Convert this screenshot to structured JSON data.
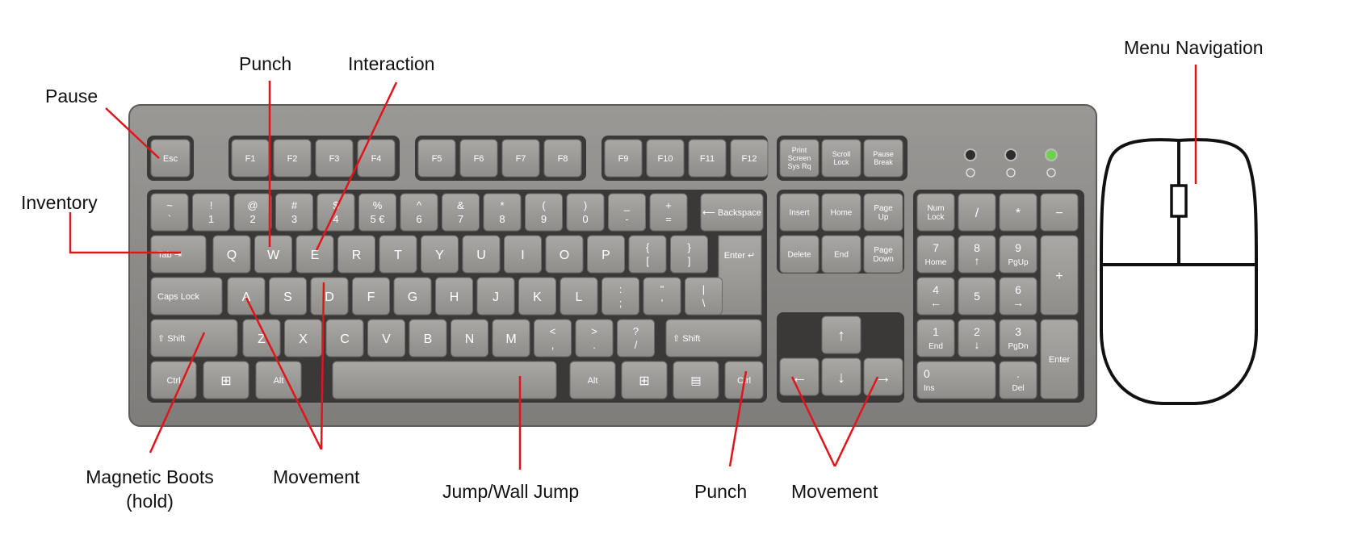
{
  "labels": {
    "pause": "Pause",
    "punch_top": "Punch",
    "interaction": "Interaction",
    "inventory": "Inventory",
    "menu_navigation": "Menu Navigation",
    "magnetic_boots_1": "Magnetic Boots",
    "magnetic_boots_2": "(hold)",
    "movement_left": "Movement",
    "jump": "Jump/Wall Jump",
    "punch_bottom": "Punch",
    "movement_right": "Movement"
  },
  "keys": {
    "fn_row": [
      "Esc",
      "F1",
      "F2",
      "F3",
      "F4",
      "F5",
      "F6",
      "F7",
      "F8",
      "F9",
      "F10",
      "F11",
      "F12"
    ],
    "sys": [
      [
        "Print",
        "Screen",
        "Sys Rq"
      ],
      [
        "Scroll",
        "Lock"
      ],
      [
        "Pause",
        "Break"
      ]
    ],
    "row1": [
      [
        "~",
        "`"
      ],
      [
        "!",
        "1"
      ],
      [
        "@",
        "2"
      ],
      [
        "#",
        "3"
      ],
      [
        "$",
        "4"
      ],
      [
        "%",
        "5 €"
      ],
      [
        "^",
        "6"
      ],
      [
        "&",
        "7"
      ],
      [
        "*",
        "8"
      ],
      [
        "(",
        "9"
      ],
      [
        ")",
        "0"
      ],
      [
        "_",
        "-"
      ],
      [
        "+",
        "="
      ]
    ],
    "backspace": "Backspace",
    "row2": [
      "Q",
      "W",
      "E",
      "R",
      "T",
      "Y",
      "U",
      "I",
      "O",
      "P"
    ],
    "row2_sym": [
      [
        "{",
        "["
      ],
      [
        "}",
        "]"
      ]
    ],
    "tab": "Tab",
    "enter": "Enter",
    "caps": "Caps Lock",
    "row3": [
      "A",
      "S",
      "D",
      "F",
      "G",
      "H",
      "J",
      "K",
      "L"
    ],
    "row3_sym": [
      [
        ":",
        ";"
      ],
      [
        "\"",
        "'"
      ],
      [
        "|",
        "\\"
      ]
    ],
    "shift": "Shift",
    "row4": [
      "Z",
      "X",
      "C",
      "V",
      "B",
      "N",
      "M"
    ],
    "row4_sym": [
      [
        "<",
        ","
      ],
      [
        ">",
        "."
      ],
      [
        "?",
        "/"
      ]
    ],
    "ctrl": "Ctrl",
    "alt": "Alt",
    "nav": [
      [
        "Insert"
      ],
      [
        "Home"
      ],
      [
        "Page",
        "Up"
      ],
      [
        "Delete"
      ],
      [
        "End"
      ],
      [
        "Page",
        "Down"
      ]
    ],
    "numpad": {
      "numlock": [
        "Num",
        "Lock"
      ],
      "slash": "/",
      "star": "*",
      "minus": "−",
      "plus": "+",
      "seven": [
        "7",
        "Home"
      ],
      "eight": [
        "8",
        "↑"
      ],
      "nine": [
        "9",
        "PgUp"
      ],
      "four": [
        "4",
        "←"
      ],
      "five": [
        "5",
        ""
      ],
      "six": [
        "6",
        "→"
      ],
      "one": [
        "1",
        "End"
      ],
      "two": [
        "2",
        "↓"
      ],
      "three": [
        "3",
        "PgDn"
      ],
      "zero": [
        "0",
        "Ins"
      ],
      "dot": [
        ".",
        "Del"
      ],
      "enter": "Enter"
    }
  },
  "colors": {
    "callout_line": "#e0151b",
    "keyboard_body": "#8c8a87",
    "key_face": "#9e9c99",
    "key_well": "#3b3937",
    "led_on": "#6fd14a"
  }
}
